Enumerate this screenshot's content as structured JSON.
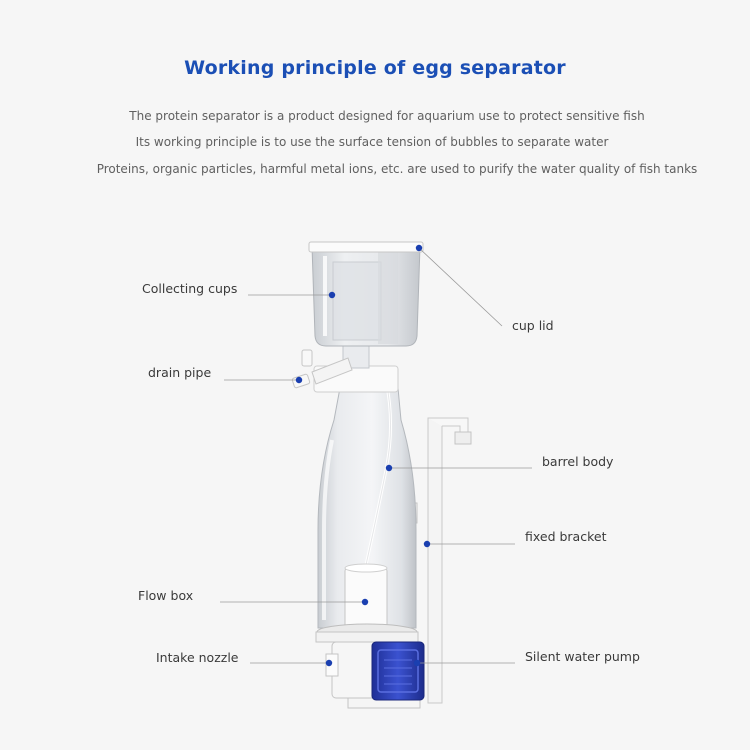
{
  "title": "Working principle of egg separator",
  "description": [
    "The protein separator is a product designed for aquarium use to protect sensitive fish",
    "Its working principle is to use the surface tension of bubbles to separate water",
    "Proteins, organic particles, harmful metal ions, etc. are used to purify the water quality of fish tanks"
  ],
  "labels": {
    "collecting_cups": "Collecting cups",
    "cup_lid": "cup lid",
    "drain_pipe": "drain pipe",
    "barrel_body": "barrel body",
    "fixed_bracket": "fixed bracket",
    "flow_box": "Flow box",
    "intake_nozzle": "Intake nozzle",
    "silent_water_pump": "Silent water pump"
  },
  "colors": {
    "title": "#1b4fb5",
    "marker_dot": "#1a3fb0",
    "pump_blue": "#2a3fb8"
  }
}
